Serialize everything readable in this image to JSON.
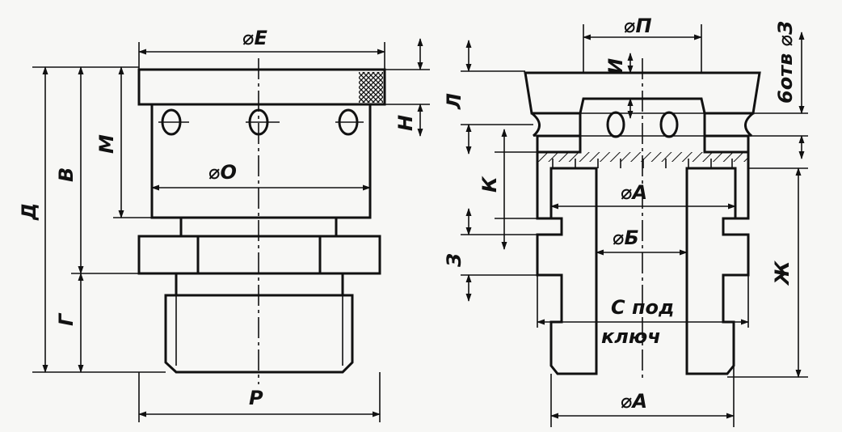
{
  "drawing": {
    "ink_color": "#111111",
    "paper_color": "#f7f7f5",
    "left_view": {
      "labels": {
        "diam_E": "⌀E",
        "diam_O": "⌀O",
        "P": "P",
        "D": "Д",
        "V": "В",
        "M": "М",
        "G": "Г",
        "N": "Н"
      }
    },
    "right_view": {
      "labels": {
        "diam_P": "⌀П",
        "I": "И",
        "L": "Л",
        "holes": "6отв ⌀З",
        "K": "К",
        "diam_A_inner": "⌀А",
        "diam_B": "⌀Б",
        "Z": "З",
        "wrench_line1": "С под",
        "wrench_line2": "ключ",
        "Zh": "Ж",
        "diam_A_outer": "⌀А"
      }
    }
  }
}
